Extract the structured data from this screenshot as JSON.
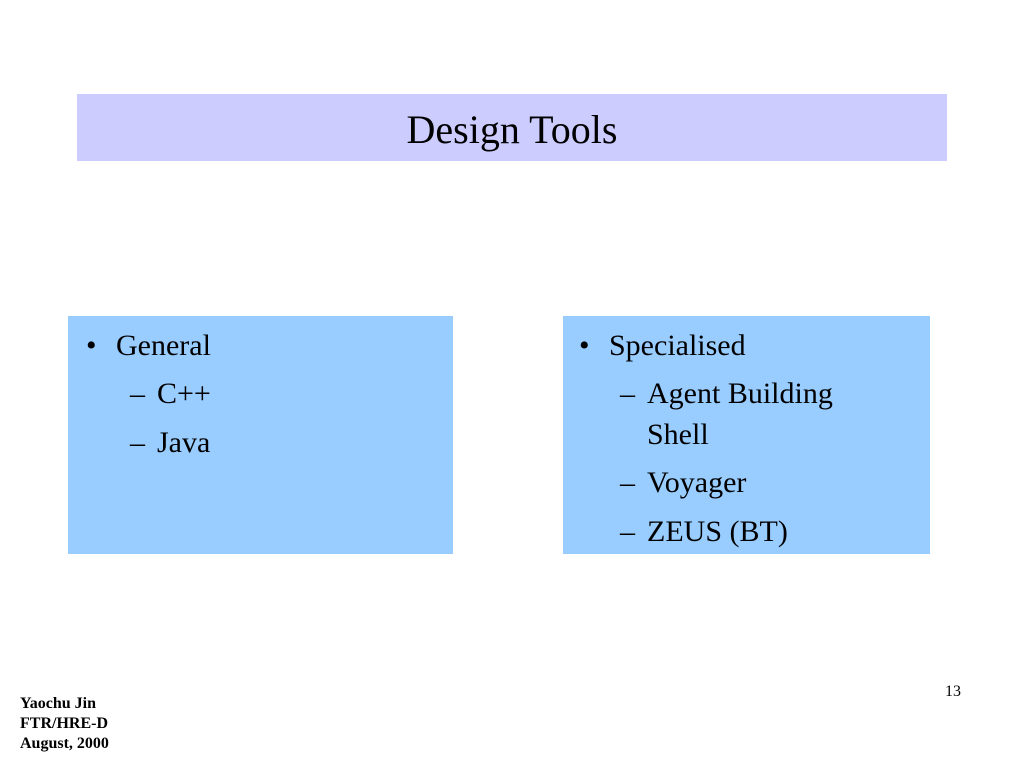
{
  "slide": {
    "title": "Design Tools",
    "page_number": "13"
  },
  "left_box": {
    "bullet_marker": "•",
    "heading": "General",
    "sub_marker": "–",
    "items": [
      "C++",
      "Java"
    ]
  },
  "right_box": {
    "bullet_marker": "•",
    "heading": "Specialised",
    "sub_marker": "–",
    "items": [
      "Agent Building Shell",
      "Voyager",
      "ZEUS (BT)"
    ]
  },
  "footer": {
    "author": "Yaochu Jin",
    "department": "FTR/HRE-D",
    "date": "August, 2000"
  },
  "colors": {
    "title_background": "#ccccff",
    "box_background": "#99ccff"
  }
}
